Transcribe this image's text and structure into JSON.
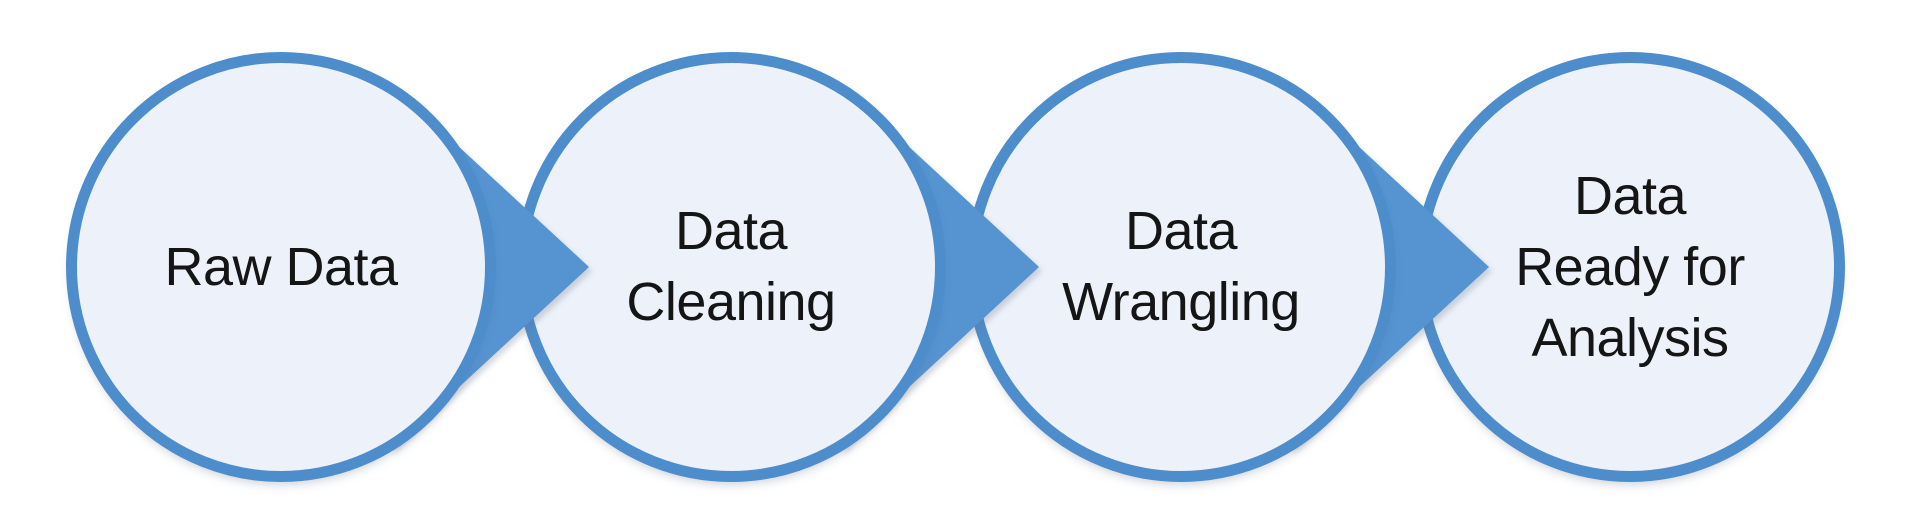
{
  "flow": {
    "steps": [
      {
        "id": "raw-data",
        "lines": [
          "Raw Data"
        ]
      },
      {
        "id": "data-cleaning",
        "lines": [
          "Data",
          "Cleaning"
        ]
      },
      {
        "id": "data-wrangling",
        "lines": [
          "Data",
          "Wrangling"
        ]
      },
      {
        "id": "data-ready-for-analysis",
        "lines": [
          "Data",
          "Ready for",
          "Analysis"
        ]
      }
    ],
    "arrow_count": 3,
    "direction": "left-to-right",
    "colors": {
      "outline": "#4e8dcb",
      "arrow": "#5593d1",
      "circle_fill": "#edf2fa",
      "text": "#151515",
      "background": "#ffffff"
    }
  }
}
